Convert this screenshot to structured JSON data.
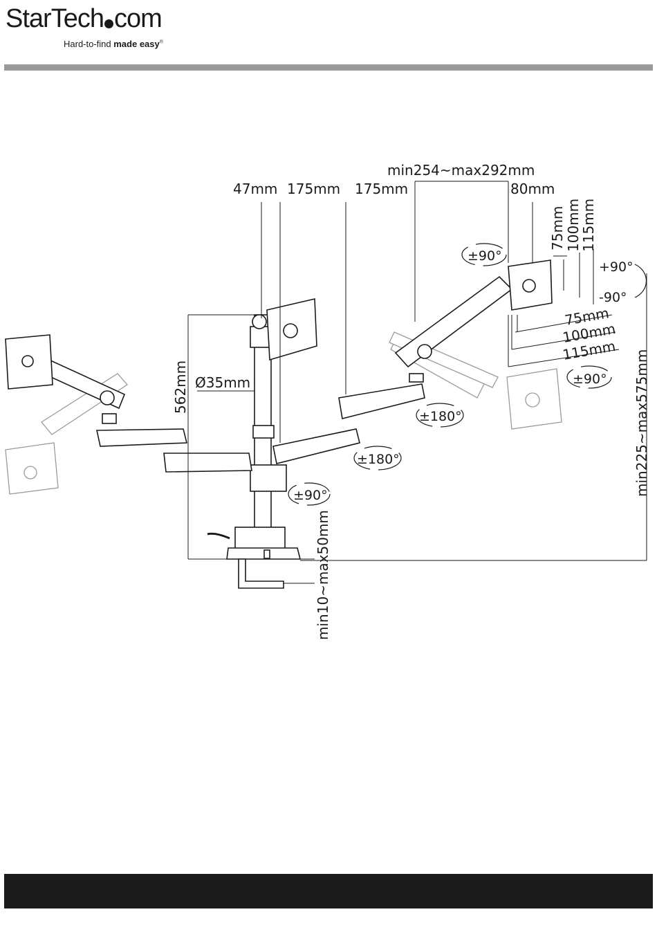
{
  "header": {
    "brand_start": "StarTech",
    "brand_end": "com",
    "tagline_plain": "Hard-to-find ",
    "tagline_bold": "made easy",
    "tagline_mark": "®"
  },
  "dimensions": {
    "span": "min254~max292mm",
    "offset_47": "47mm",
    "arm_175_a": "175mm",
    "arm_175_b": "175mm",
    "offset_80": "80mm",
    "vesa_v_75": "75mm",
    "vesa_v_100": "100mm",
    "vesa_v_115": "115mm",
    "vesa_h_75": "75mm",
    "vesa_h_100": "100mm",
    "vesa_h_115": "115mm",
    "pole_height": "562mm",
    "pole_diameter": "Ø35mm",
    "height_range": "min225~max575mm",
    "clamp_range": "min10~max50mm"
  },
  "rotations": {
    "tilt_top": "±90°",
    "tilt_plus": "+90°",
    "tilt_minus": "-90°",
    "swivel_right": "±90°",
    "arm_outer": "±180°",
    "arm_inner": "±180°",
    "base": "±90°"
  },
  "colors": {
    "line": "#1a1a1a",
    "ghost": "#9a9a9a",
    "bar": "#9a9a9a",
    "footer": "#1b1b1b"
  }
}
